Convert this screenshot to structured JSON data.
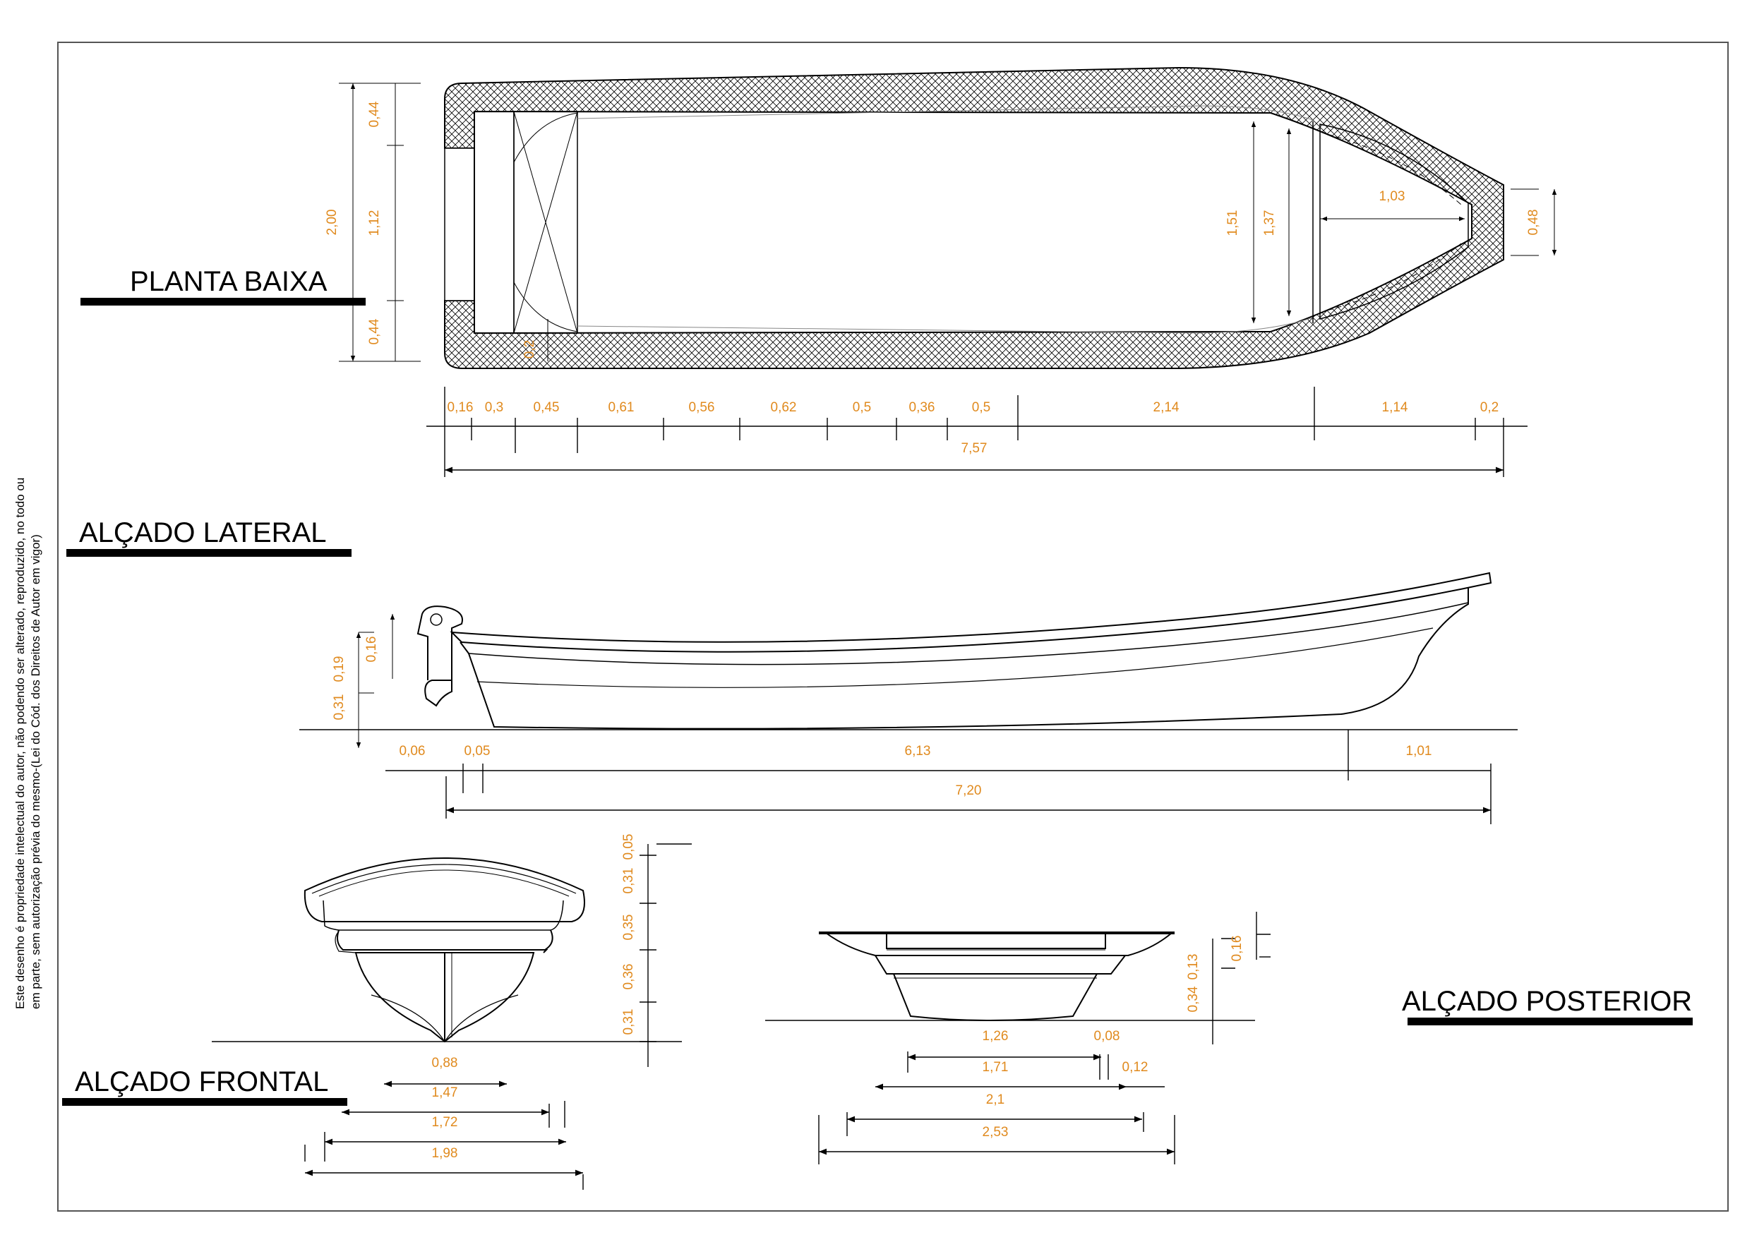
{
  "titles": {
    "plan": "PLANTA BAIXA",
    "side": "ALÇADO  LATERAL",
    "front": "ALÇADO  FRONTAL",
    "rear": "ALÇADO POSTERIOR"
  },
  "copyright_line1": "Este desenho é propriedade intelectual do autor, não podendo ser alterado, reproduzido, no todo ou",
  "copyright_line2": "em parte, sem autorização prévia do mesmo-(Lei do Cód. dos Direitos de Autor em vigor)",
  "colors": {
    "dimension": "#e08a1e",
    "line": "#000000"
  },
  "plan_dims": {
    "widths": [
      "0,44",
      "1,12",
      "0,44"
    ],
    "total_width": "2,00",
    "inner_1": "1,51",
    "inner_2": "1,37",
    "bow_width": "1,03",
    "bow_tip": "0,48",
    "small": "0,2",
    "lengths": [
      "0,16",
      "0,3",
      "0,45",
      "0,61",
      "0,56",
      "0,62",
      "0,5",
      "0,36",
      "0,5",
      "2,14",
      "1,14",
      "0,2"
    ],
    "total_length": "7,57"
  },
  "side_dims": {
    "v1": "0,16",
    "v2": "0,19",
    "v3": "0,31",
    "h": [
      "0,06",
      "0,05",
      "6,13",
      "1,01"
    ],
    "total": "7,20"
  },
  "front_dims": {
    "v": [
      "0,05",
      "0,31",
      "0,35",
      "0,36",
      "0,31"
    ],
    "h": [
      "0,88",
      "1,47",
      "1,72",
      "1,98"
    ]
  },
  "rear_dims": {
    "v": [
      "0,16",
      "0,13",
      "0,34"
    ],
    "h": [
      "1,26",
      "0,08",
      "1,71",
      "0,12",
      "2,1",
      "2,53"
    ]
  }
}
